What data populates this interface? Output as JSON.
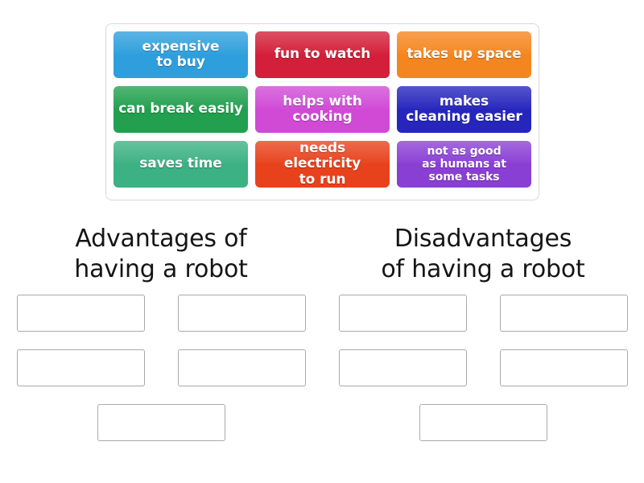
{
  "activity": {
    "type": "group-sort",
    "tray_border_color": "#d9d9d9",
    "dropzone_border_color": "#a9a9a9",
    "background": "#ffffff"
  },
  "tiles": [
    [
      {
        "label": "expensive\nto buy",
        "color": "#2e9fdc",
        "text_color": "#ffffff",
        "size": "normal"
      },
      {
        "label": "fun to watch",
        "color": "#d31f39",
        "text_color": "#ffffff",
        "size": "normal"
      },
      {
        "label": "takes up space",
        "color": "#f5861f",
        "text_color": "#ffffff",
        "size": "normal"
      }
    ],
    [
      {
        "label": "can break easily",
        "color": "#22a04f",
        "text_color": "#ffffff",
        "size": "normal"
      },
      {
        "label": "helps with\ncooking",
        "color": "#d04ad6",
        "text_color": "#ffffff",
        "size": "normal"
      },
      {
        "label": "makes\ncleaning easier",
        "color": "#2626bd",
        "text_color": "#ffffff",
        "size": "normal"
      }
    ],
    [
      {
        "label": "saves time",
        "color": "#3cb183",
        "text_color": "#ffffff",
        "size": "normal"
      },
      {
        "label": "needs electricity\nto run",
        "color": "#e8421c",
        "text_color": "#ffffff",
        "size": "normal"
      },
      {
        "label": "not as good\nas humans at\nsome tasks",
        "color": "#8a3fd4",
        "text_color": "#ffffff",
        "size": "small"
      }
    ]
  ],
  "categories": [
    {
      "title": "Advantages of\nhaving a robot"
    },
    {
      "title": "Disadvantages\nof having a robot"
    }
  ],
  "dropzone_rows": [
    {
      "layout": "pair",
      "count": 4
    },
    {
      "layout": "pair",
      "count": 4
    },
    {
      "layout": "single",
      "count": 2
    }
  ]
}
